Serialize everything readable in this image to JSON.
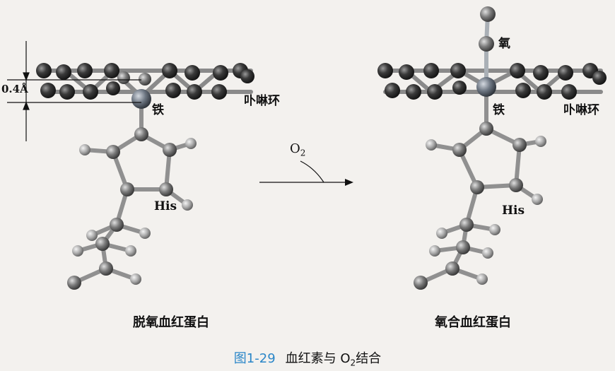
{
  "figure": {
    "number": "图1-29",
    "title_pre": "血红素与 O",
    "title_sub": "2",
    "title_post": "结合"
  },
  "left": {
    "measure": "0.4Å",
    "iron": "铁",
    "porphyrin": "卟啉环",
    "his": "His",
    "name": "脱氧血红蛋白"
  },
  "right": {
    "oxygen": "氧",
    "iron": "铁",
    "porphyrin": "卟啉环",
    "his": "His",
    "name": "氧合血红蛋白"
  },
  "arrow": {
    "label": "O",
    "label_sub": "2"
  }
}
